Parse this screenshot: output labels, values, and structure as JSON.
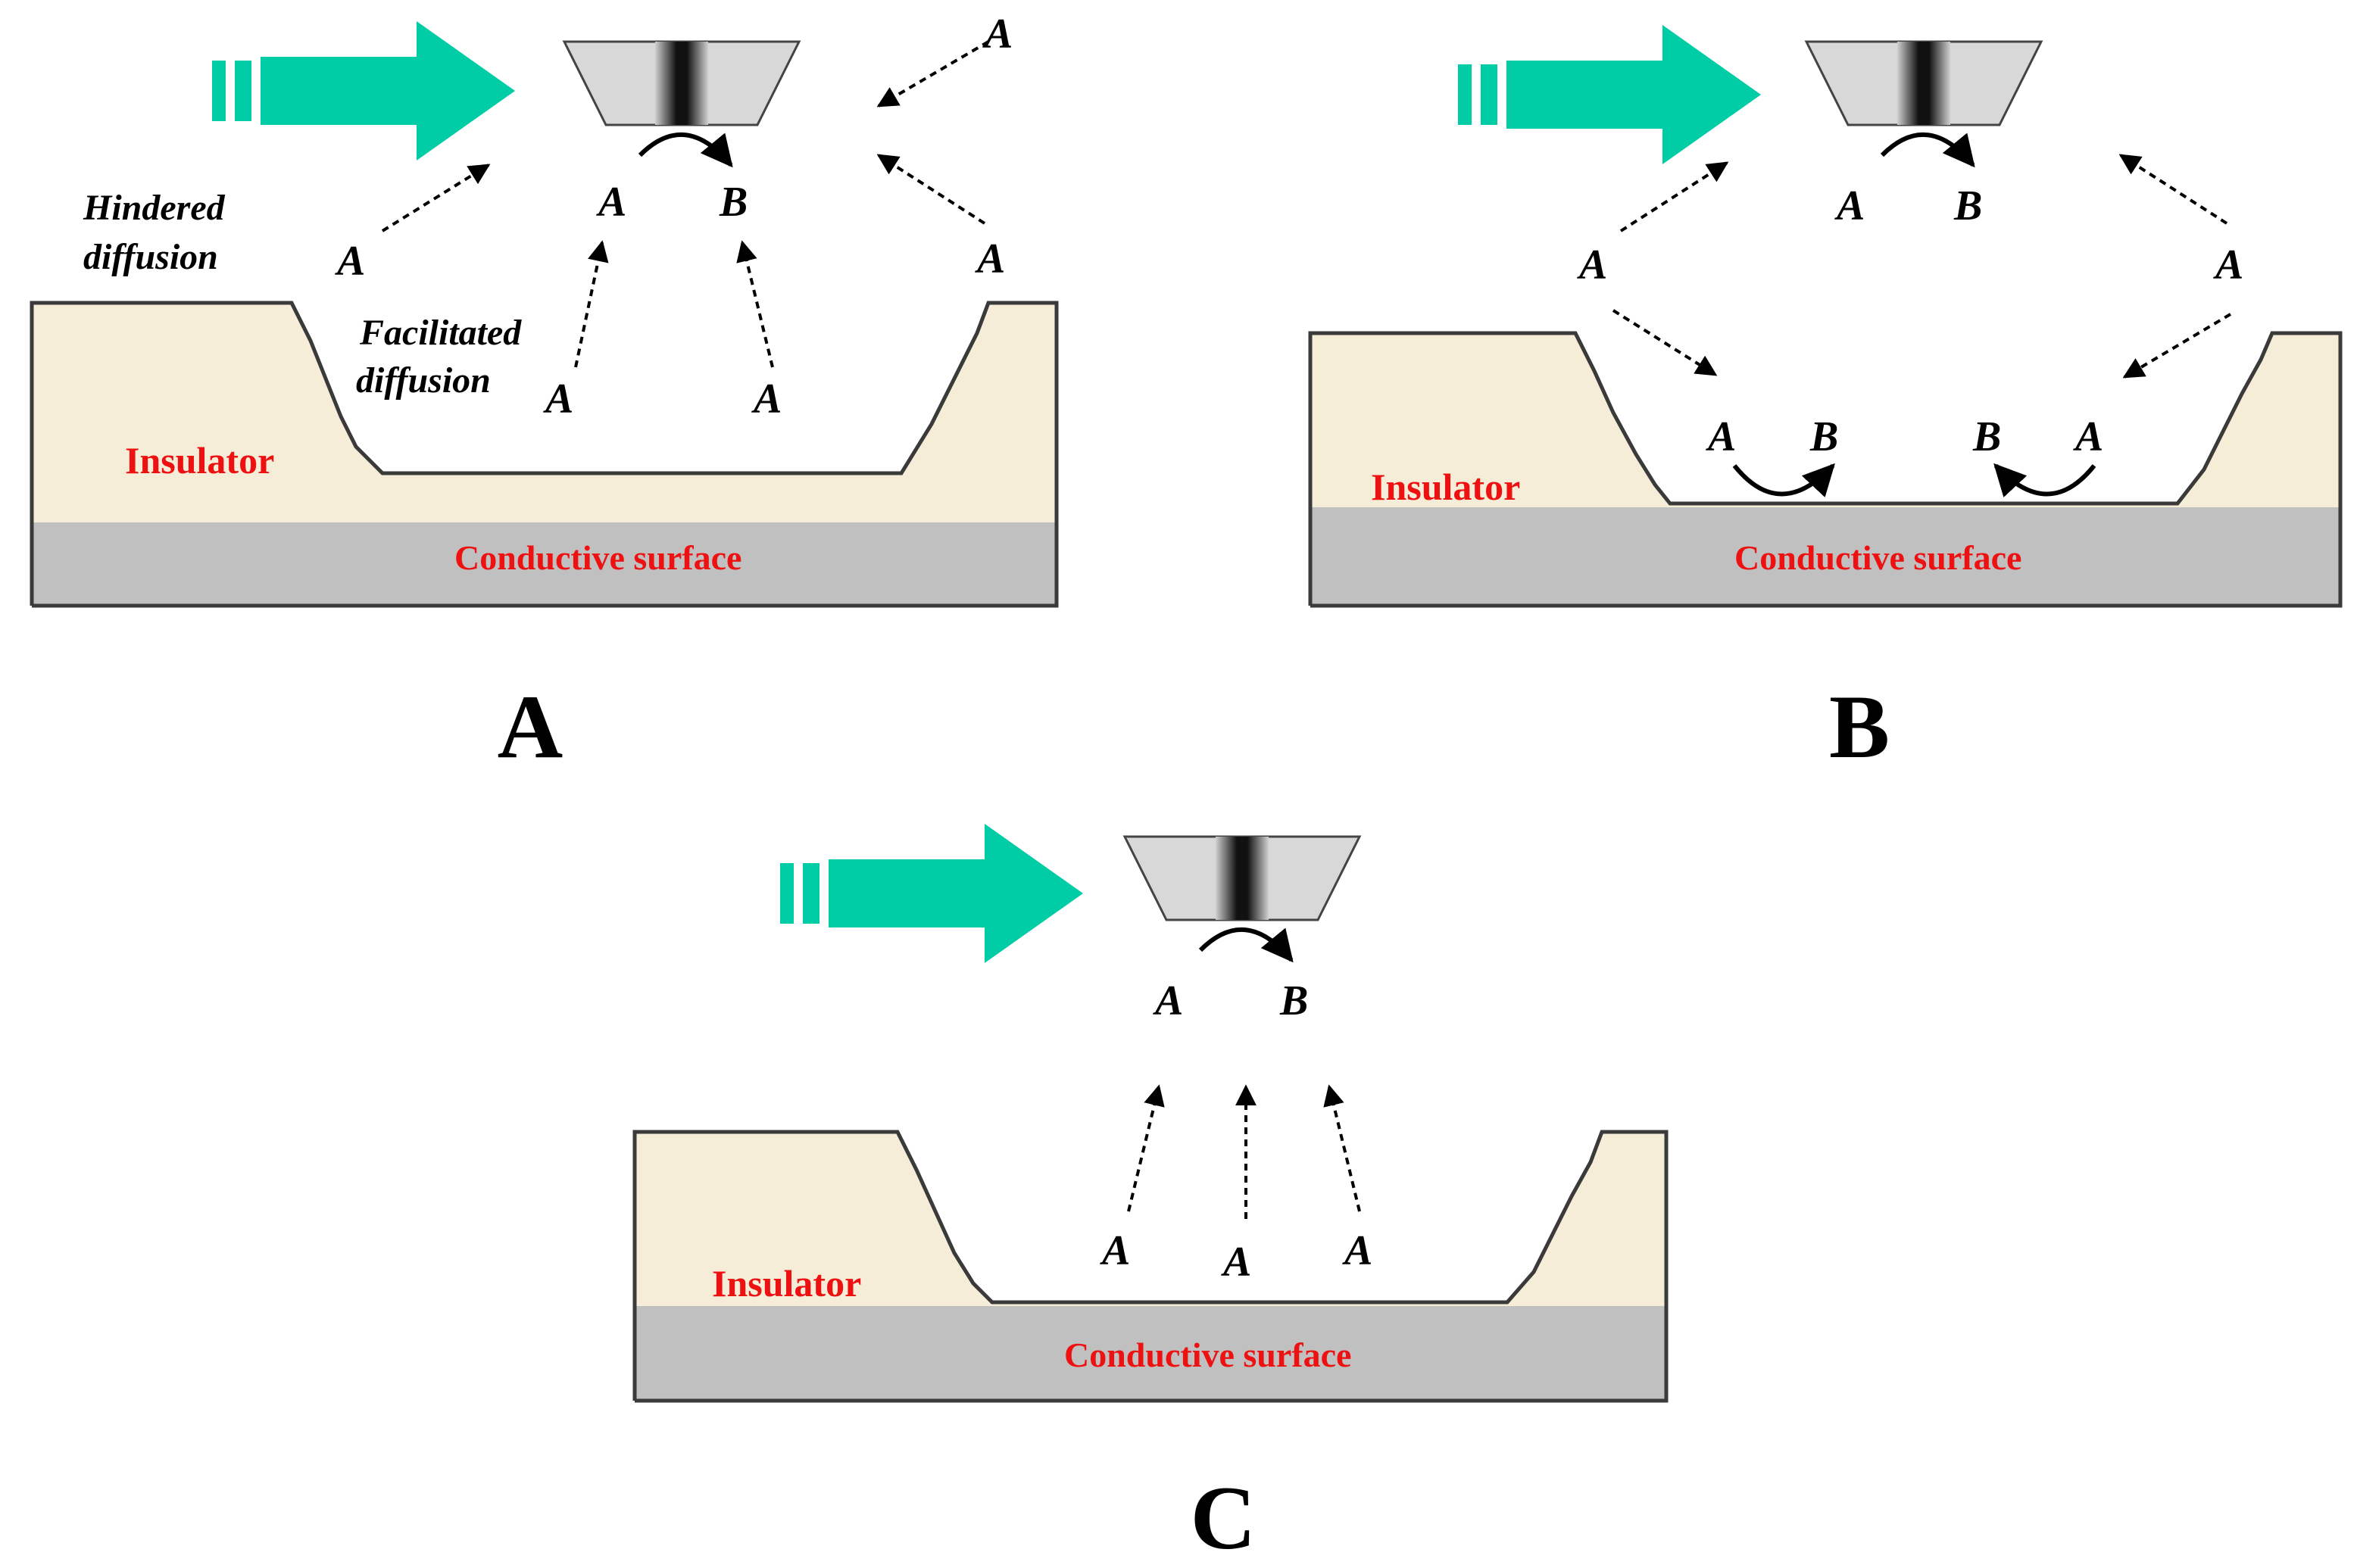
{
  "panels": [
    {
      "id": "A",
      "label": "A",
      "insulator_label": "Insulator",
      "surface_label": "Conductive surface",
      "tip_reaction": {
        "reactant": "A",
        "product": "B"
      },
      "annotations": {
        "hindered": [
          "Hindered",
          "diffusion"
        ],
        "facilitated": [
          "Facilitated",
          "diffusion"
        ]
      },
      "species": [
        "A",
        "A",
        "A",
        "A",
        "A"
      ]
    },
    {
      "id": "B",
      "label": "B",
      "insulator_label": "Insulator",
      "surface_label": "Conductive surface",
      "tip_reaction": {
        "reactant": "A",
        "product": "B"
      },
      "species": [
        "A",
        "A"
      ],
      "surface_reactions": [
        {
          "reactant": "A",
          "product": "B"
        },
        {
          "reactant": "A",
          "product": "B"
        }
      ]
    },
    {
      "id": "C",
      "label": "C",
      "insulator_label": "Insulator",
      "surface_label": "Conductive surface",
      "tip_reaction": {
        "reactant": "A",
        "product": "B"
      },
      "species": [
        "A",
        "A",
        "A"
      ]
    }
  ],
  "colors": {
    "insulator": "#f5edd8",
    "surface": "#c0c0c0",
    "outline": "#3a3a3a",
    "arrow": "#00cca5",
    "label_red": "#ee1111",
    "tip_body": "#d8d8d8"
  }
}
